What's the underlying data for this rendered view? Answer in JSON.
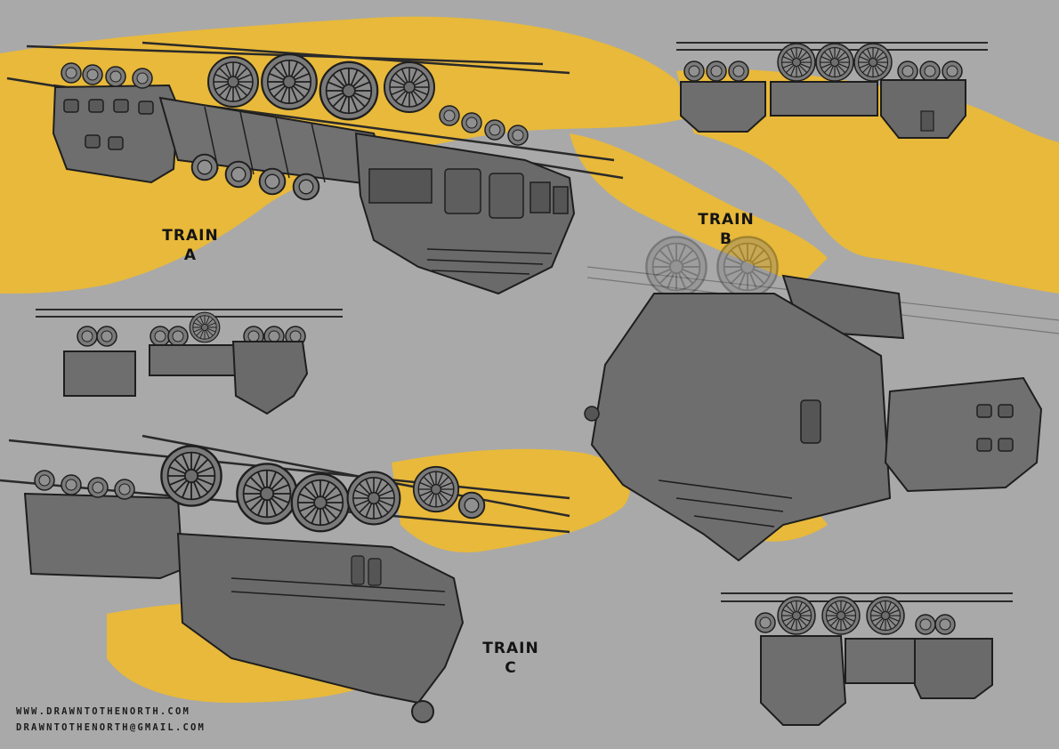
{
  "labels": {
    "train_a": {
      "line1": "TRAIN",
      "line2": "A"
    },
    "train_b": {
      "line1": "TRAIN",
      "line2": "B"
    },
    "train_c": {
      "line1": "TRAIN",
      "line2": "C"
    }
  },
  "credits": {
    "website": "WWW.DRAWNTOTHENORTH.COM",
    "email": "DRAWNTOTHENORTH@GMAIL.COM"
  },
  "colors": {
    "background": "#a9a9a9",
    "accent_yellow": "#e8b93a",
    "body_gray": "#6e6e6e",
    "outline": "#1e1e1e"
  }
}
